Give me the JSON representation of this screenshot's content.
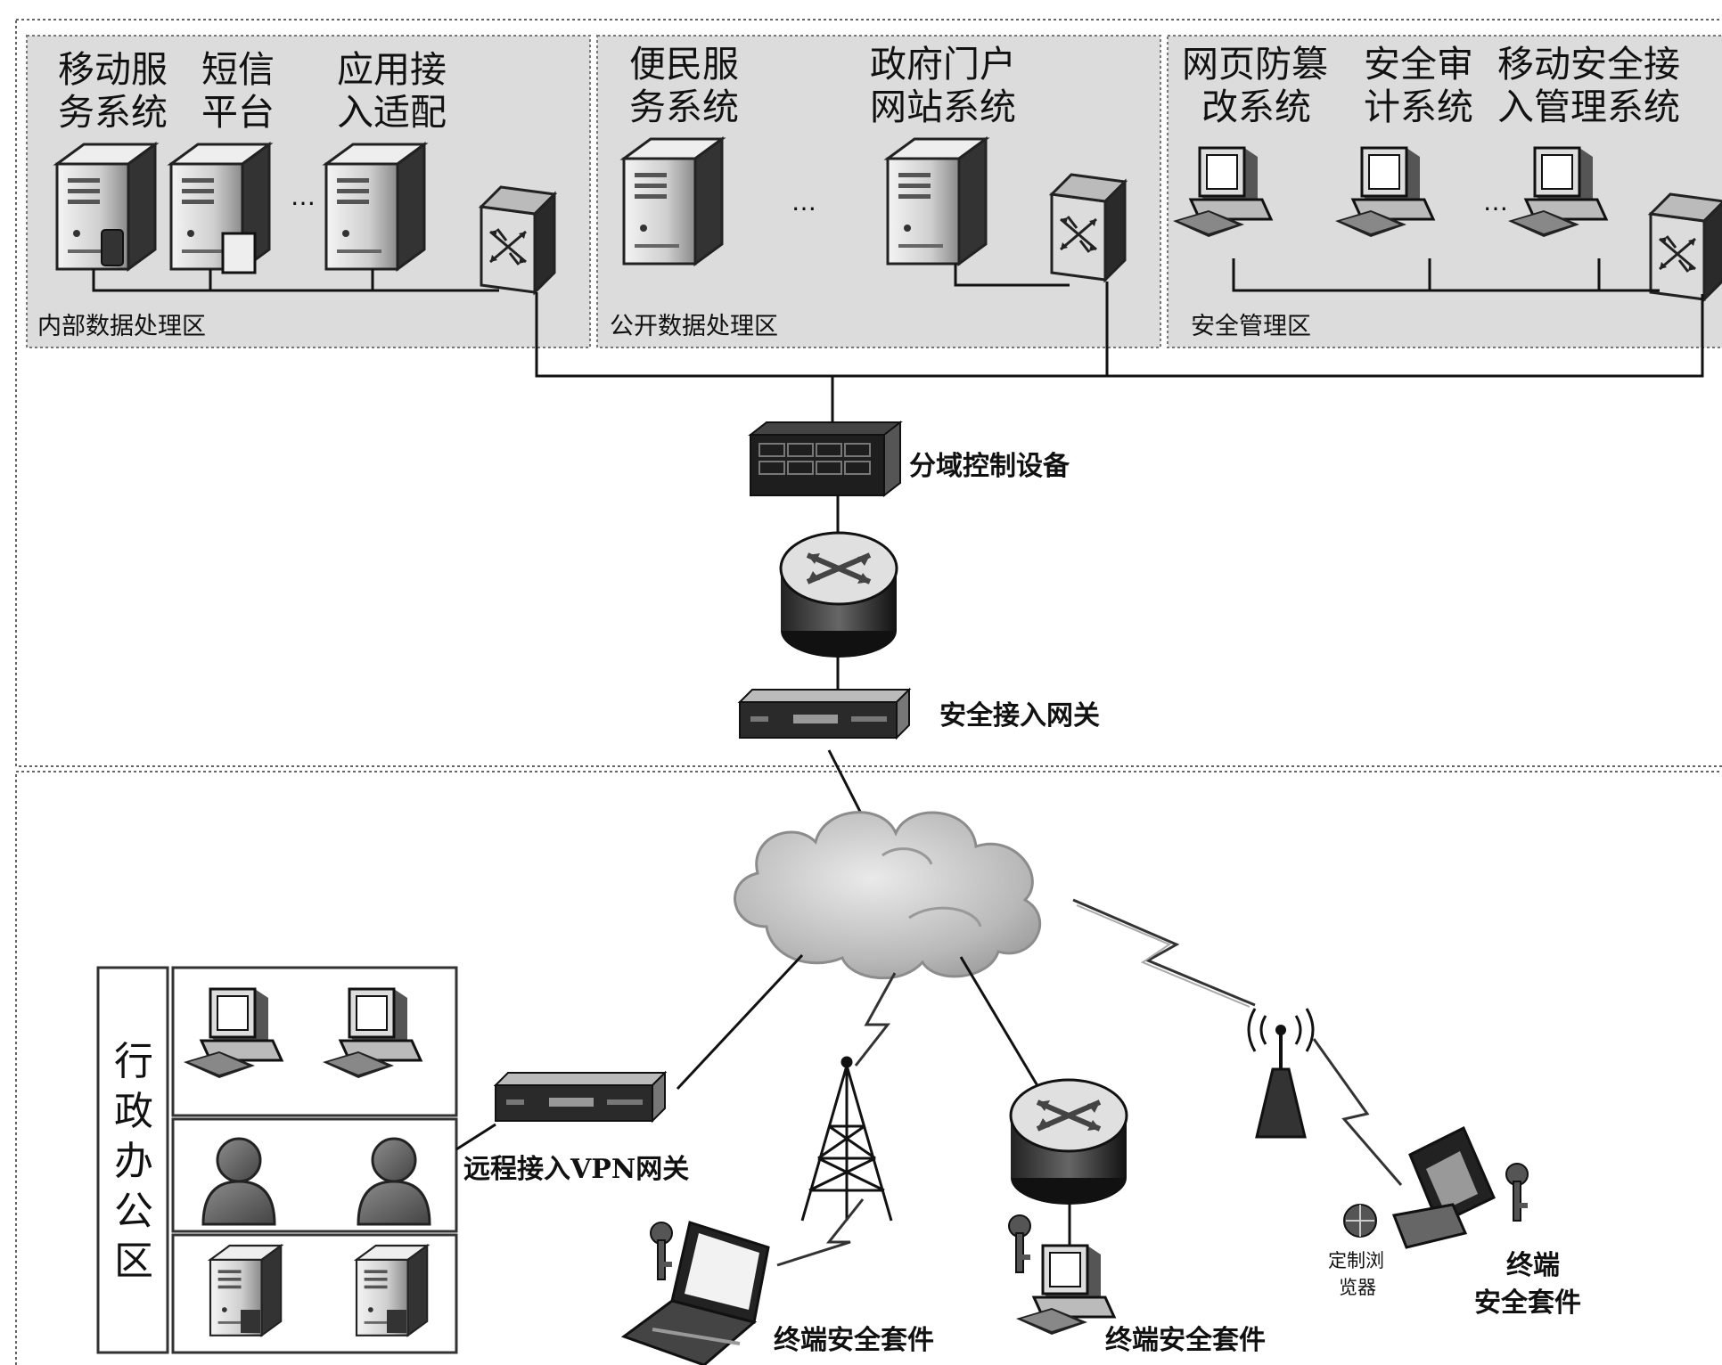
{
  "zones": {
    "internal": {
      "label": "内部数据处理区",
      "systems": [
        {
          "line1": "移动服",
          "line2": "务系统"
        },
        {
          "line1": "短信",
          "line2": "平台"
        },
        {
          "line1": "应用接",
          "line2": "入适配"
        }
      ]
    },
    "public": {
      "label": "公开数据处理区",
      "systems": [
        {
          "line1": "便民服",
          "line2": "务系统"
        },
        {
          "line1": "政府门户",
          "line2": "网站系统"
        }
      ]
    },
    "security": {
      "label": "安全管理区",
      "systems": [
        {
          "line1": "网页防篡",
          "line2": "改系统"
        },
        {
          "line1": "安全审",
          "line2": "计系统"
        },
        {
          "line1": "移动安全接",
          "line2": "入管理系统"
        }
      ]
    },
    "ellipsis": "…"
  },
  "core": {
    "domain_control": "分域控制设备",
    "secure_gateway": "安全接入网关"
  },
  "access": {
    "admin_area": [
      "行",
      "政",
      "办",
      "公",
      "区"
    ],
    "vpn_gateway": "远程接入VPN网关",
    "terminal_kit_laptop": "终端安全套件",
    "terminal_kit_pc": "终端安全套件",
    "custom_browser": [
      "定制浏",
      "览器"
    ],
    "terminal_kit_phone": [
      "终端",
      "安全套件"
    ]
  }
}
